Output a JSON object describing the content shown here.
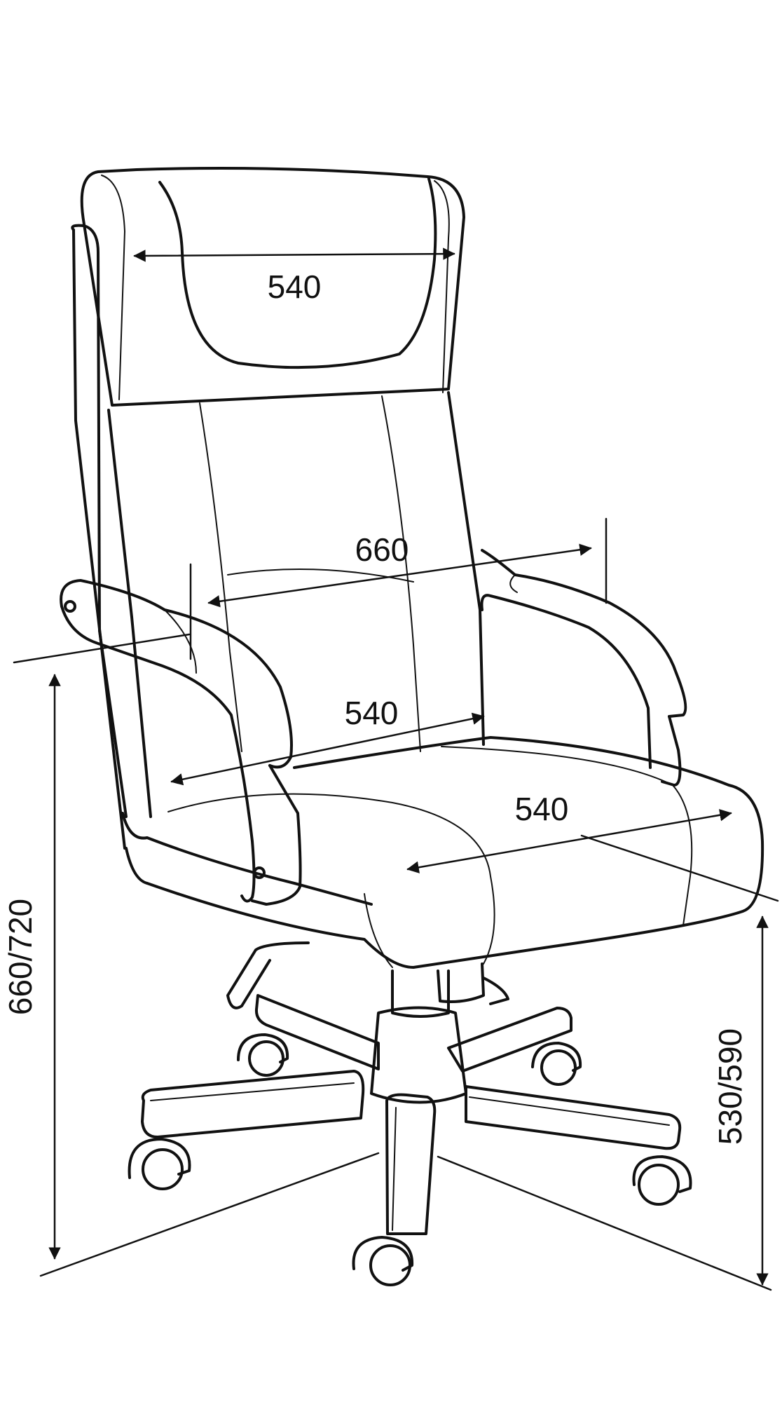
{
  "dimensions": {
    "headrest_width": "540",
    "arm_width": "660",
    "backrest_width": "540",
    "seat_depth": "540",
    "total_height": "660/720",
    "seat_height": "530/590"
  },
  "colors": {
    "line": "#111111",
    "background": "#ffffff"
  }
}
